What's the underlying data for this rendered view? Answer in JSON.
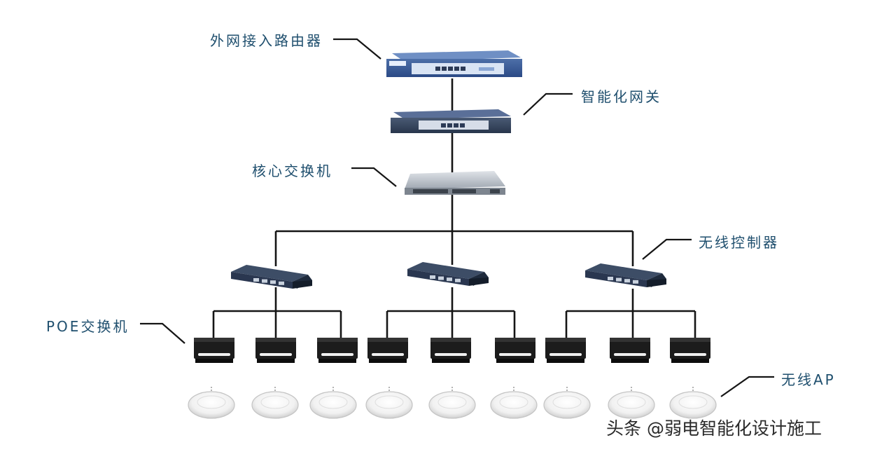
{
  "labels": {
    "external_router": "外网接入路由器",
    "smart_gateway": "智能化网关",
    "core_switch": "核心交换机",
    "wireless_controller": "无线控制器",
    "poe_switch": "POE交换机",
    "wireless_ap": "无线AP"
  },
  "watermark": "头条 @弱电智能化设计施工",
  "colors": {
    "line": "#151515",
    "label_text": "#1f4f6e",
    "router_blue": "#2e4f8c",
    "switch_dark": "#243247",
    "poe_black": "#1c1c1c",
    "ap_white": "#f6f6f6"
  },
  "icons": {
    "router": "rack-router-icon",
    "gateway": "rack-gateway-icon",
    "core_switch": "core-switch-icon",
    "wireless_controller": "controller-icon",
    "poe_switch": "poe-switch-icon",
    "ap": "ceiling-ap-icon"
  }
}
